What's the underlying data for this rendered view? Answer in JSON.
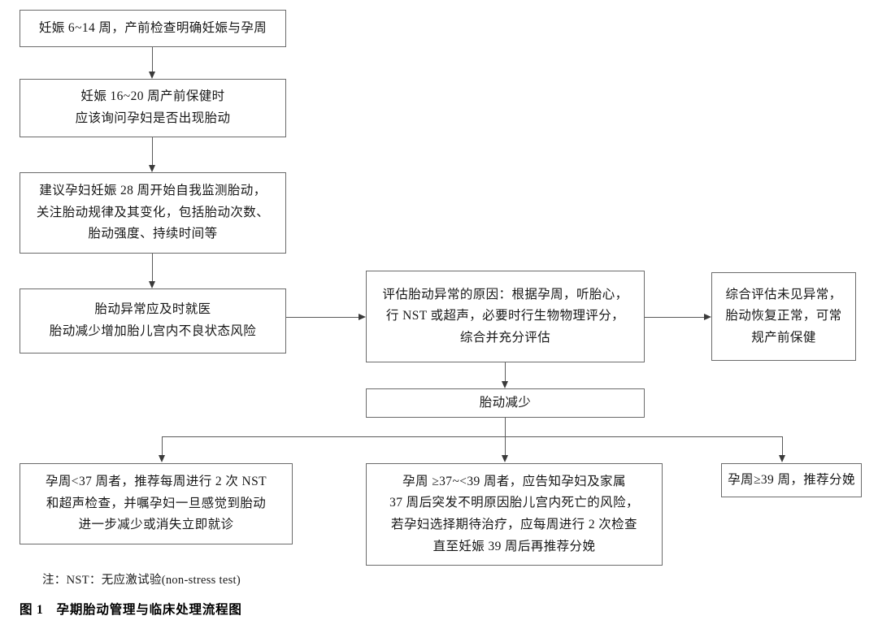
{
  "figure": {
    "caption_note": "注：NST：无应激试验(non-stress test)",
    "caption_number": "图 1",
    "caption_title": "孕期胎动管理与临床处理流程图"
  },
  "colors": {
    "box_border": "#6b6b6b",
    "connector": "#5a5a5a",
    "arrow": "#3a3a3a",
    "text": "#161616",
    "background": "#ffffff"
  },
  "nodes": {
    "n1": {
      "id": "confirm-pregnancy",
      "lines": [
        "妊娠 6~14 周，产前检查明确妊娠与孕周"
      ]
    },
    "n2": {
      "id": "ask-fetal-movement",
      "lines": [
        "妊娠 16~20 周产前保健时",
        "应该询问孕妇是否出现胎动"
      ]
    },
    "n3": {
      "id": "self-monitor-28w",
      "lines": [
        "建议孕妇妊娠 28 周开始自我监测胎动，",
        "关注胎动规律及其变化，包括胎动次数、",
        "胎动强度、持续时间等"
      ]
    },
    "n4": {
      "id": "abnormal-seek-care",
      "lines": [
        "胎动异常应及时就医",
        "胎动减少增加胎儿宫内不良状态风险"
      ]
    },
    "n5": {
      "id": "evaluate-cause",
      "lines": [
        "评估胎动异常的原因：根据孕周，听胎心，",
        "行 NST 或超声，必要时行生物物理评分，",
        "综合并充分评估"
      ]
    },
    "n6": {
      "id": "normal-result",
      "lines": [
        "综合评估未见异常，",
        "胎动恢复正常，可常",
        "规产前保健"
      ]
    },
    "n7": {
      "id": "reduced-movement",
      "lines": [
        "胎动减少"
      ]
    },
    "n8": {
      "id": "under-37-weeks",
      "lines": [
        "孕周<37 周者，推荐每周进行 2 次 NST",
        "和超声检查，并嘱孕妇一旦感觉到胎动",
        "进一步减少或消失立即就诊"
      ]
    },
    "n9": {
      "id": "37-to-39-weeks",
      "lines": [
        "孕周 ≥37~<39 周者，应告知孕妇及家属",
        "37 周后突发不明原因胎儿宫内死亡的风险，",
        "若孕妇选择期待治疗，应每周进行 2 次检查",
        "直至妊娠 39 周后再推荐分娩"
      ]
    },
    "n10": {
      "id": "over-39-weeks",
      "lines": [
        "孕周≥39 周，推荐分娩"
      ]
    }
  }
}
